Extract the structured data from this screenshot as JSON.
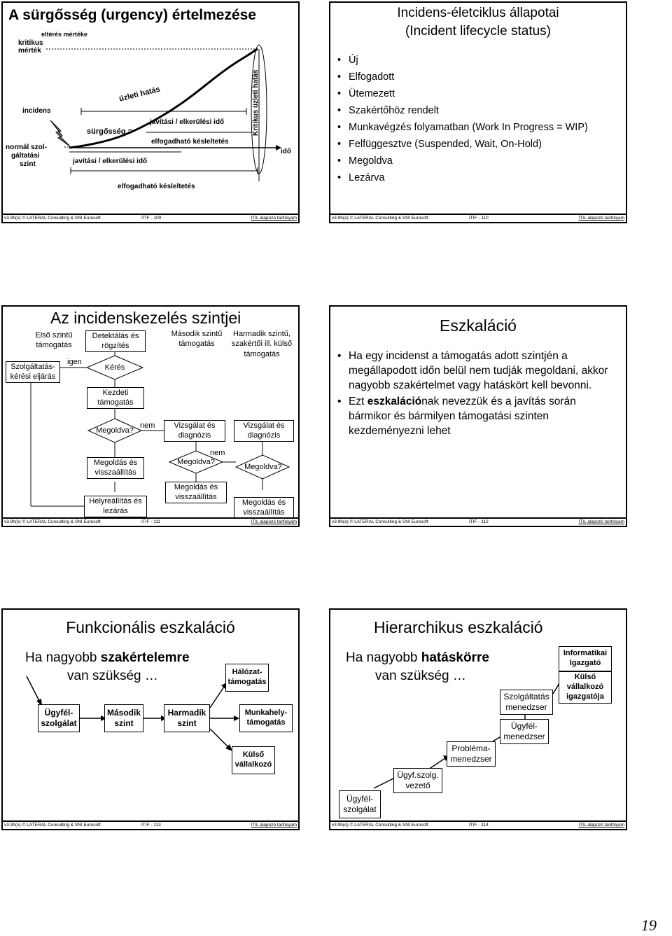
{
  "footer": {
    "left": "v3.9h(e) © LATERAL Consulting & SNI Eurosoft",
    "right": "ITIL alapozó tanfolyam",
    "pages": [
      "ITIF - 109",
      "ITIF - 110",
      "ITIF - 111",
      "ITIF - 112",
      "ITIF - 113",
      "ITIF - 114"
    ]
  },
  "slide109": {
    "title": "A sürgősség (urgency) értelmezése",
    "labels": {
      "eltres": "eltérés mértéke",
      "kritikus": "kritikus",
      "mertek": "mérték",
      "incidens": "incidens",
      "normal1": "normál szol-",
      "normal2": "gáltatási",
      "normal3": "szint",
      "uzleti": "üzleti hatás",
      "surgosseg": "sürgősség  =",
      "javitasi_top": "javítási / elkerülési idő",
      "elfogadhato_top": "elfogadható késleltetés",
      "javitasi_bottom": "javítási / elkerülési idő",
      "elfogadhato_bottom": "elfogadható késleltetés",
      "kritikus_uzleti": "Kritikus üzleti hatás",
      "ido": "idő"
    }
  },
  "slide110": {
    "title1": "Incidens-életciklus állapotai",
    "title2": "(Incident lifecycle status)",
    "items": [
      "Új",
      "Elfogadott",
      "Ütemezett",
      "Szakértőhöz rendelt",
      "Munkavégzés folyamatban (Work In Progress = WIP)",
      "Felfüggesztve (Suspended, Wait, On-Hold)",
      "Megoldva",
      "Lezárva"
    ]
  },
  "slide111": {
    "title": "Az incidenskezelés szintjei",
    "col1": "Első szintű támogatás",
    "col2": "Második szintű támogatás",
    "col3": "Harmadik szintű, szakértői ill. külső támogatás",
    "szolg": "Szolgáltatás-kérési eljárás",
    "igen": "igen",
    "nem1": "nem",
    "nem2": "nem",
    "detektalas": "Detektálás és rögzítés",
    "keres": "Kérés",
    "kezdeti": "Kezdeti támogatás",
    "megoldva1": "Megoldva?",
    "megoldas1": "Megoldás és visszaállítás",
    "helyre": "Helyreállítás és lezárás",
    "vizsgalat2": "Vizsgálat és diagnózis",
    "megoldva2": "Megoldva?",
    "megoldas2": "Megoldás és visszaállítás",
    "vizsgalat3": "Vizsgálat és diagnózis",
    "megoldva3": "Megoldva?",
    "megoldas3": "Megoldás és visszaállítás"
  },
  "slide112": {
    "title": "Eszkaláció",
    "b1": "Ha egy incidenst a támogatás adott szintjén a megállapodott időn belül nem tudják megoldani, akkor nagyobb szakértelmet vagy hatáskört kell bevonni.",
    "b2_pre": "Ezt ",
    "b2_bold": "eszkaláció",
    "b2_post": "nak nevezzük és a javítás során bármikor és bármilyen támogatási szinten kezdeményezni lehet"
  },
  "slide113": {
    "title": "Funkcionális eszkaláció",
    "sub_pre": "Ha nagyobb ",
    "sub_bold": "szakértelemre",
    "sub2": "van szükség …",
    "b_ugyfel": "Ügyfél-szolgálat",
    "b_masodik": "Második szint",
    "b_harmadik": "Harmadik szint",
    "b_halozat": "Hálózat-támogatás",
    "b_munkahely": "Munkahely-támogatás",
    "b_kulso": "Külső vállalkozó"
  },
  "slide114": {
    "title": "Hierarchikus eszkaláció",
    "sub_pre": "Ha nagyobb ",
    "sub_bold": "hatáskörre",
    "sub2": "van szükség …",
    "b_ugyfel": "Ügyfél-szolgálat",
    "b_vezeto": "Ügyf.szolg. vezető",
    "b_problema": "Probléma-menedzser",
    "b_ugyfelmen": "Ügyfél-menedzser",
    "b_szolgmen": "Szolgáltatás menedzser",
    "b_info": "Informatikai Igazgató",
    "b_kulso": "Külső vállalkozó igazgatója"
  },
  "page_number": "19"
}
